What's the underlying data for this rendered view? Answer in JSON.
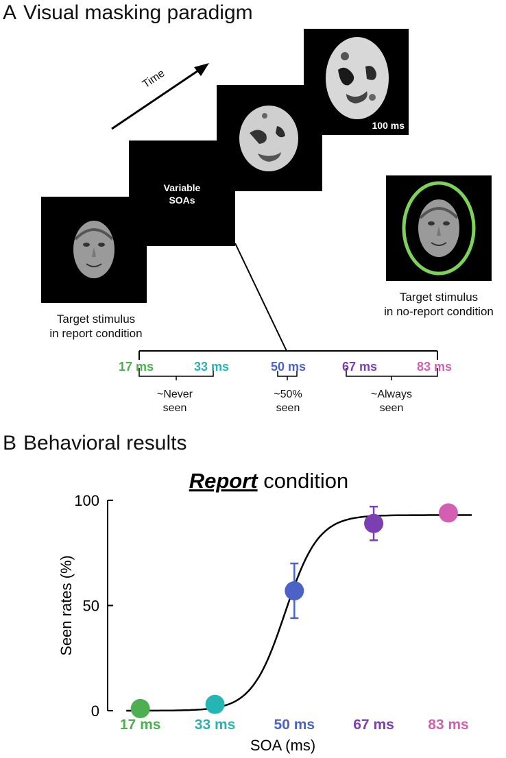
{
  "panel_a": {
    "letter": "A",
    "title": "Visual masking paradigm",
    "time_label": "Time",
    "variable_soas": "Variable\nSOAs",
    "mask_duration": "100 ms",
    "report_caption": "Target stimulus\nin report condition",
    "noreport_caption": "Target stimulus\nin no-report condition",
    "soa_labels": [
      {
        "text": "17 ms",
        "color": "#4caf50"
      },
      {
        "text": "33 ms",
        "color": "#26b5b5"
      },
      {
        "text": "50 ms",
        "color": "#4b63c6"
      },
      {
        "text": "67 ms",
        "color": "#7a3fb0"
      },
      {
        "text": "83 ms",
        "color": "#d35fb0"
      }
    ],
    "groups": [
      {
        "text": "~Never\nseen"
      },
      {
        "text": "~50%\nseen"
      },
      {
        "text": "~Always\nseen"
      }
    ],
    "noreport_ring_color": "#7dd35a"
  },
  "panel_b": {
    "letter": "B",
    "title": "Behavioral results"
  },
  "chart_data": {
    "type": "scatter",
    "title_bold": "Report",
    "title_rest": " condition",
    "xlabel": "SOA (ms)",
    "ylabel": "Seen rates (%)",
    "ylim": [
      0,
      100
    ],
    "yticks": [
      0,
      50,
      100
    ],
    "categories": [
      "17 ms",
      "33 ms",
      "50 ms",
      "67 ms",
      "83 ms"
    ],
    "x": [
      17,
      33,
      50,
      67,
      83
    ],
    "values": [
      1,
      3,
      57,
      89,
      94
    ],
    "errors": [
      0,
      0,
      13,
      8,
      3
    ],
    "colors": [
      "#4caf50",
      "#26b5b5",
      "#4b63c6",
      "#7a3fb0",
      "#d35fb0"
    ],
    "fit": {
      "type": "sigmoid",
      "max": 93,
      "midpoint": 48,
      "slope": 0.28
    }
  }
}
